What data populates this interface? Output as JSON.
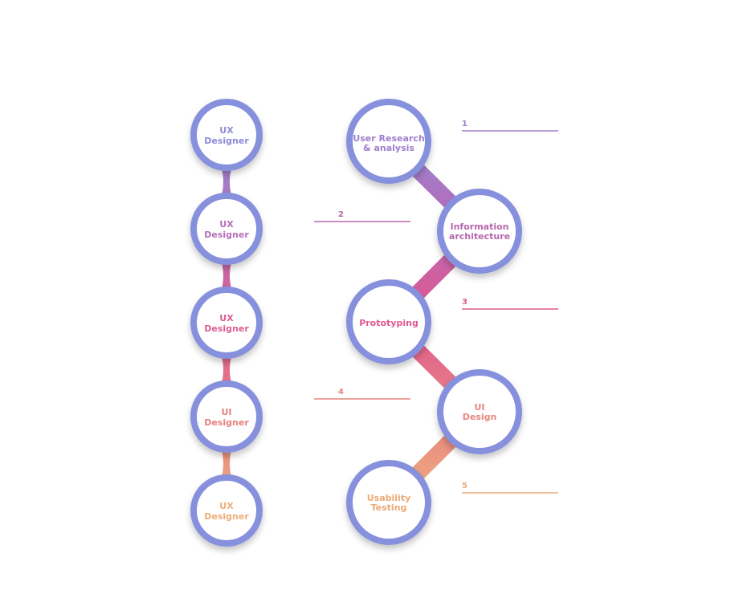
{
  "colors": {
    "purple_blue": "#8690dc",
    "purple": "#a97cc6",
    "magenta": "#c660a8",
    "pink": "#e0578f",
    "salmon": "#e78a84",
    "peach": "#ecae7a",
    "yellow": "#f3c97c"
  },
  "left_column": {
    "nodes": [
      {
        "line1": "UX",
        "line2": "Designer",
        "color": "#8f8ad8"
      },
      {
        "line1": "UX",
        "line2": "Designer",
        "color": "#b56fb8"
      },
      {
        "line1": "UX",
        "line2": "Designer",
        "color": "#db5e93"
      },
      {
        "line1": "UI",
        "line2": "Designer",
        "color": "#e8807f"
      },
      {
        "line1": "UX",
        "line2": "Designer",
        "color": "#eeae78"
      }
    ]
  },
  "process": {
    "steps": [
      {
        "number": "1",
        "line1": "User Research",
        "line2": "& analysis",
        "color": "#9f7fcc",
        "side": "left"
      },
      {
        "number": "2",
        "line1": "Information",
        "line2": "architecture",
        "color": "#b867ad",
        "side": "right"
      },
      {
        "number": "3",
        "line1": "Prototyping",
        "line2": "",
        "color": "#df5a8e",
        "side": "left"
      },
      {
        "number": "4",
        "line1": "UI",
        "line2": "Design",
        "color": "#e6867f",
        "side": "right"
      },
      {
        "number": "5",
        "line1": "Usability",
        "line2": "Testing",
        "color": "#ebaa77",
        "side": "left"
      }
    ]
  }
}
